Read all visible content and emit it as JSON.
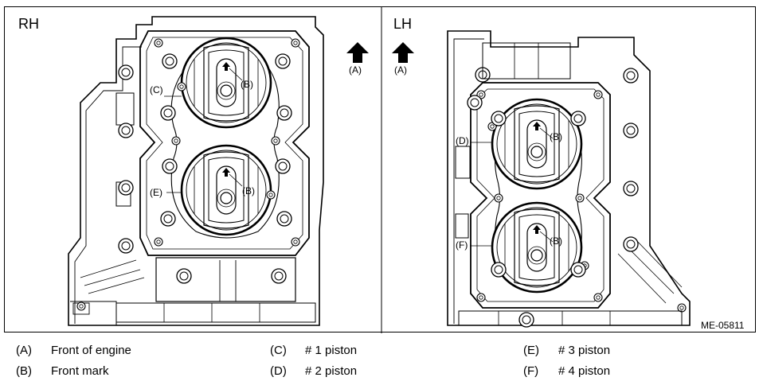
{
  "figure": {
    "left_title": "RH",
    "right_title": "LH",
    "figure_id": "ME-05811",
    "arrow_label_left": "(A)",
    "arrow_label_right": "(A)",
    "callouts": {
      "rh_c": "(C)",
      "rh_b_top": "(B)",
      "rh_e": "(E)",
      "rh_b_bottom": "(B)",
      "lh_d": "(D)",
      "lh_b_top": "(B)",
      "lh_f": "(F)",
      "lh_b_bottom": "(B)"
    }
  },
  "legend": [
    {
      "key": "(A)",
      "text": "Front of engine"
    },
    {
      "key": "(B)",
      "text": "Front mark"
    },
    {
      "key": "(C)",
      "text": "# 1 piston"
    },
    {
      "key": "(D)",
      "text": "# 2 piston"
    },
    {
      "key": "(E)",
      "text": "# 3 piston"
    },
    {
      "key": "(F)",
      "text": "# 4 piston"
    }
  ]
}
